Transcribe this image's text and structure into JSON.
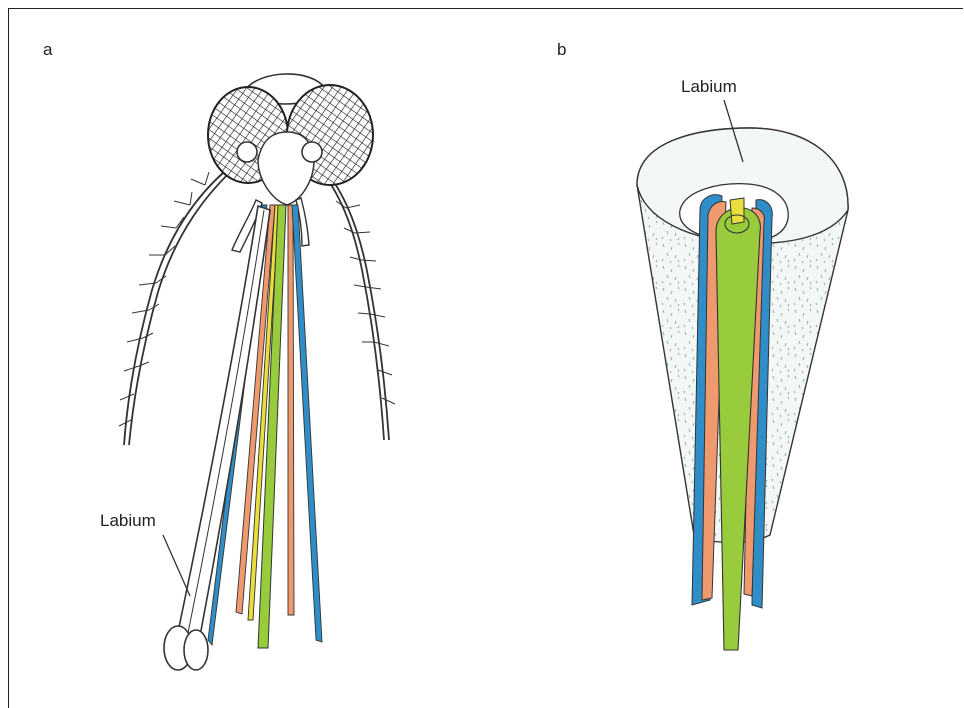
{
  "panels": {
    "a": {
      "letter": "a",
      "callout": "Labium"
    },
    "b": {
      "letter": "b",
      "callout": "Labium"
    }
  },
  "colors": {
    "line": "#333333",
    "labrum_green": "#98cc3c",
    "mandible_orange": "#ef9a6e",
    "maxilla_blue": "#2f8ec8",
    "hypopharynx_yellow": "#e9de3c",
    "labium_fill": "#f3f7f6",
    "labium_speckle": "#8aa7a4"
  }
}
